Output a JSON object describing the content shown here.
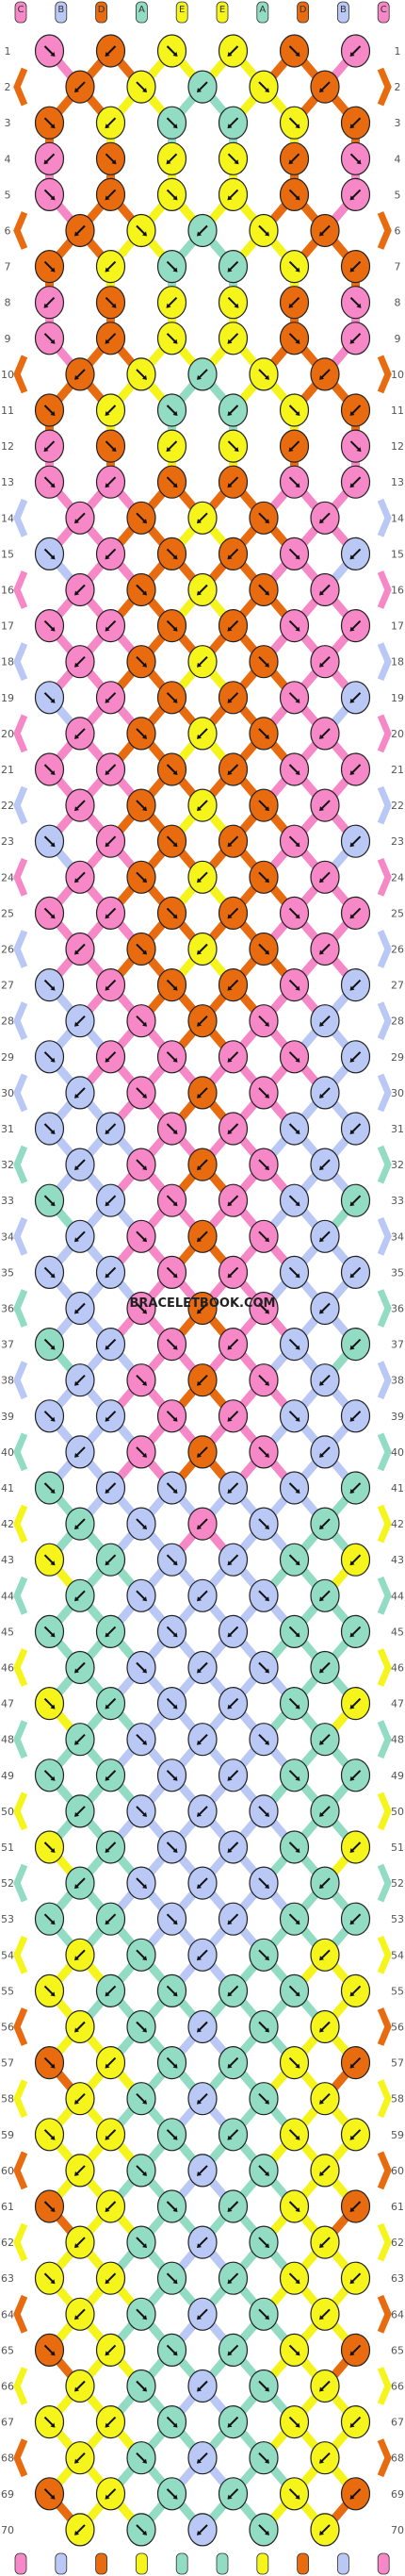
{
  "pattern": {
    "strings": [
      "C",
      "B",
      "D",
      "A",
      "E",
      "E",
      "A",
      "D",
      "B",
      "C"
    ],
    "string_colors": {
      "A": "#93dcc4",
      "B": "#b9c8f5",
      "C": "#f788c7",
      "D": "#e86b10",
      "E": "#f5f51c"
    },
    "row_count": 70,
    "row_numbers": [
      "1",
      "2",
      "3",
      "4",
      "5",
      "6",
      "7",
      "8",
      "9",
      "10",
      "11",
      "12",
      "13",
      "14",
      "15",
      "16",
      "17",
      "18",
      "19",
      "20",
      "21",
      "22",
      "23",
      "24",
      "25",
      "26",
      "27",
      "28",
      "29",
      "30",
      "31",
      "32",
      "33",
      "34",
      "35",
      "36",
      "37",
      "38",
      "39",
      "40",
      "41",
      "42",
      "43",
      "44",
      "45",
      "46",
      "47",
      "48",
      "49",
      "50",
      "51",
      "52",
      "53",
      "54",
      "55",
      "56",
      "57",
      "58",
      "59",
      "60",
      "61",
      "62",
      "63",
      "64",
      "65",
      "66",
      "67",
      "68",
      "69",
      "70"
    ],
    "knot_rows": [
      [
        "C",
        "D",
        "E",
        "E",
        "D",
        "C"
      ],
      [
        "D",
        "E",
        "A",
        "E",
        "D"
      ],
      [
        "D",
        "E",
        "A",
        "A",
        "E",
        "D"
      ],
      [
        "C",
        "D",
        "E",
        "E",
        "D",
        "C"
      ],
      [
        "C",
        "D",
        "E",
        "E",
        "D",
        "C"
      ],
      [
        "D",
        "E",
        "A",
        "E",
        "D"
      ],
      [
        "D",
        "E",
        "A",
        "A",
        "E",
        "D"
      ],
      [
        "C",
        "D",
        "E",
        "E",
        "D",
        "C"
      ],
      [
        "C",
        "D",
        "E",
        "E",
        "D",
        "C"
      ],
      [
        "D",
        "E",
        "A",
        "E",
        "D"
      ],
      [
        "D",
        "E",
        "A",
        "A",
        "E",
        "D"
      ],
      [
        "C",
        "D",
        "E",
        "E",
        "D",
        "C"
      ],
      [
        "C",
        "C",
        "D",
        "D",
        "C",
        "C"
      ],
      [
        "C",
        "D",
        "E",
        "D",
        "C"
      ],
      [
        "B",
        "C",
        "D",
        "D",
        "C",
        "B"
      ],
      [
        "C",
        "D",
        "E",
        "D",
        "C"
      ],
      [
        "C",
        "C",
        "D",
        "D",
        "C",
        "C"
      ],
      [
        "C",
        "D",
        "E",
        "D",
        "C"
      ],
      [
        "B",
        "C",
        "D",
        "D",
        "C",
        "B"
      ],
      [
        "C",
        "D",
        "E",
        "D",
        "C"
      ],
      [
        "C",
        "C",
        "D",
        "D",
        "C",
        "C"
      ],
      [
        "C",
        "D",
        "E",
        "D",
        "C"
      ],
      [
        "B",
        "C",
        "D",
        "D",
        "C",
        "B"
      ],
      [
        "C",
        "D",
        "E",
        "D",
        "C"
      ],
      [
        "C",
        "C",
        "D",
        "D",
        "C",
        "C"
      ],
      [
        "C",
        "D",
        "E",
        "D",
        "C"
      ],
      [
        "B",
        "C",
        "D",
        "D",
        "C",
        "B"
      ],
      [
        "B",
        "C",
        "D",
        "C",
        "B"
      ],
      [
        "B",
        "C",
        "C",
        "C",
        "C",
        "B"
      ],
      [
        "B",
        "C",
        "D",
        "C",
        "B"
      ],
      [
        "B",
        "B",
        "C",
        "C",
        "B",
        "B"
      ],
      [
        "B",
        "C",
        "D",
        "C",
        "B"
      ],
      [
        "A",
        "B",
        "C",
        "C",
        "B",
        "A"
      ],
      [
        "B",
        "C",
        "D",
        "C",
        "B"
      ],
      [
        "B",
        "B",
        "C",
        "C",
        "B",
        "B"
      ],
      [
        "B",
        "C",
        "D",
        "C",
        "B"
      ],
      [
        "A",
        "B",
        "C",
        "C",
        "B",
        "A"
      ],
      [
        "B",
        "C",
        "D",
        "C",
        "B"
      ],
      [
        "B",
        "B",
        "C",
        "C",
        "B",
        "B"
      ],
      [
        "B",
        "C",
        "D",
        "C",
        "B"
      ],
      [
        "A",
        "B",
        "B",
        "B",
        "B",
        "A"
      ],
      [
        "A",
        "B",
        "C",
        "B",
        "A"
      ],
      [
        "E",
        "A",
        "B",
        "B",
        "A",
        "E"
      ],
      [
        "A",
        "B",
        "B",
        "B",
        "A"
      ],
      [
        "A",
        "A",
        "B",
        "B",
        "A",
        "A"
      ],
      [
        "A",
        "B",
        "B",
        "B",
        "A"
      ],
      [
        "E",
        "A",
        "B",
        "B",
        "A",
        "E"
      ],
      [
        "A",
        "B",
        "B",
        "B",
        "A"
      ],
      [
        "A",
        "A",
        "B",
        "B",
        "A",
        "A"
      ],
      [
        "A",
        "B",
        "B",
        "B",
        "A"
      ],
      [
        "E",
        "A",
        "B",
        "B",
        "A",
        "E"
      ],
      [
        "A",
        "B",
        "B",
        "B",
        "A"
      ],
      [
        "A",
        "A",
        "B",
        "B",
        "A",
        "A"
      ],
      [
        "E",
        "A",
        "B",
        "A",
        "E"
      ],
      [
        "E",
        "A",
        "A",
        "A",
        "A",
        "E"
      ],
      [
        "E",
        "A",
        "B",
        "A",
        "E"
      ],
      [
        "D",
        "E",
        "A",
        "A",
        "E",
        "D"
      ],
      [
        "E",
        "A",
        "B",
        "A",
        "E"
      ],
      [
        "E",
        "E",
        "A",
        "A",
        "E",
        "E"
      ],
      [
        "E",
        "A",
        "B",
        "A",
        "E"
      ],
      [
        "D",
        "E",
        "A",
        "A",
        "E",
        "D"
      ],
      [
        "E",
        "A",
        "B",
        "A",
        "E"
      ],
      [
        "E",
        "E",
        "A",
        "A",
        "E",
        "E"
      ],
      [
        "E",
        "A",
        "B",
        "A",
        "E"
      ],
      [
        "D",
        "E",
        "A",
        "A",
        "E",
        "D"
      ],
      [
        "E",
        "A",
        "B",
        "A",
        "E"
      ],
      [
        "E",
        "E",
        "A",
        "A",
        "E",
        "E"
      ],
      [
        "E",
        "A",
        "B",
        "A",
        "E"
      ],
      [
        "D",
        "E",
        "A",
        "A",
        "E",
        "D"
      ],
      [
        "E",
        "A",
        "B",
        "A",
        "E"
      ]
    ],
    "bottom_strings": [
      "C",
      "B",
      "D",
      "E",
      "A",
      "A",
      "E",
      "D",
      "B",
      "C"
    ],
    "watermark": "BRACELETBOOK.COM"
  }
}
